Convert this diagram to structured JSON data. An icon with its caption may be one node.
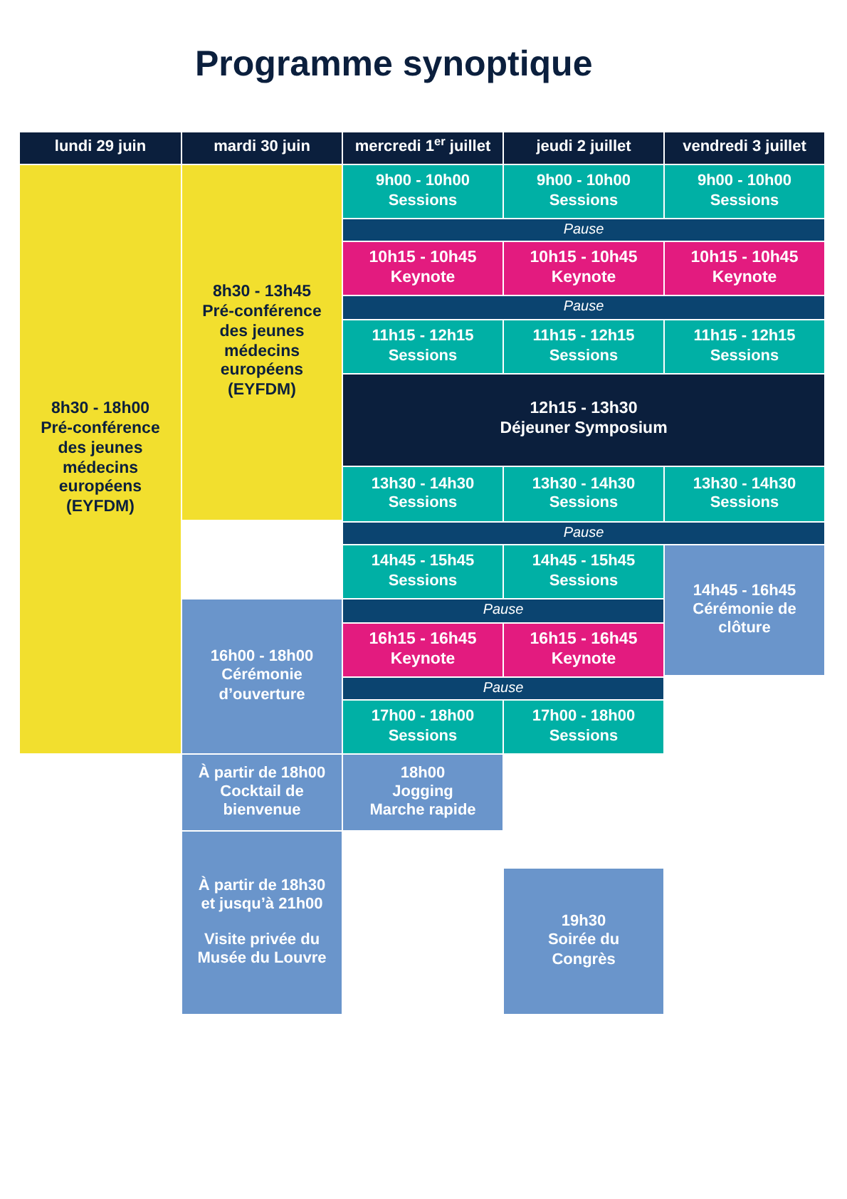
{
  "diagram": {
    "title": "Programme synoptique",
    "nodes": [
      {
        "text": [
          "lundi 29 juin"
        ]
      },
      {
        "text": [
          "mardi 30 juin"
        ]
      },
      {
        "text": [
          "mercredi 1$^{er}$ juillet"
        ]
      },
      {
        "text": [
          "jeudi 2 juillet"
        ]
      },
      {
        "text": [
          "vendredi 3 juillet"
        ]
      },
      {
        "text": [
          "8h30 - 18h00",
          "Pré-conférence des jeunes médecins européens (EYFDM)"
        ]
      },
      {
        "text": [
          "8h30 - 13h45",
          "Pré-conférence des jeunes médecins européens (EYFDM)"
        ]
      },
      {
        "text": [
          "9h00 - 10h00",
          "Sessions"
        ]
      },
      {
        "text": [
          "9h00 - 10h00",
          "Sessions"
        ]
      },
      {
        "text": [
          "9h00 - 10h00",
          "Sessions"
        ]
      },
      {
        "text": [
          "Pause"
        ]
      },
      {
        "text": [
          "10h15 - 10h45",
          "Keynote"
        ]
      },
      {
        "text": [
          "10h15 - 10h45",
          "Keynote"
        ]
      },
      {
        "text": [
          "10h15 - 10h45",
          "Keynote"
        ]
      },
      {
        "text": [
          "Pause"
        ]
      },
      {
        "text": [
          "11h15 - 12h15",
          "Sessions"
        ]
      },
      {
        "text": [
          "11h15 - 12h15",
          "Sessions"
        ]
      },
      {
        "text": [
          "11h15 - 12h15",
          "Sessions"
        ]
      },
      {
        "text": [
          "12h15 - 13h30",
          "Déjeuner Symposium"
        ]
      },
      {
        "text": [
          "13h30 - 14h30",
          "Sessions"
        ]
      },
      {
        "text": [
          "13h30 - 14h30",
          "Sessions"
        ]
      },
      {
        "text": [
          "13h30 - 14h30",
          "Sessions"
        ]
      },
      {
        "text": [
          "Pause"
        ]
      },
      {
        "text": [
          "14h45 - 15h45",
          "Sessions"
        ]
      },
      {
        "text": [
          "14h45 - 15h45",
          "Sessions"
        ]
      },
      {
        "text": [
          "14h45 - 16h45",
          "Cérémonie de clôture"
        ]
      },
      {
        "text": [
          "16h00 - 18h00",
          "Cérémonie d’ouverture"
        ]
      },
      {
        "text": [
          "Pause"
        ]
      },
      {
        "text": [
          "16h15 - 16h45",
          "Keynote"
        ]
      },
      {
        "text": [
          "16h15 - 16h45",
          "Keynote"
        ]
      },
      {
        "text": [
          "Pause"
        ]
      },
      {
        "text": [
          "17h00 - 18h00",
          "Sessions"
        ]
      },
      {
        "text": [
          "17h00 - 18h00",
          "Sessions"
        ]
      },
      {
        "text": [
          "À partir de 18h00",
          "Cocktail de bienvenue"
        ]
      },
      {
        "text": [
          "18h00",
          "Jogging",
          "Marche rapide"
        ]
      },
      {
        "text": [
          "À partir de 18h30 et jusqu’à 21h00",
          "Visite privée du Musée du Louvre"
        ]
      },
      {
        "text": [
          "19h30",
          "Soirée du Congrès"
        ]
      }
    ]
  }
}
